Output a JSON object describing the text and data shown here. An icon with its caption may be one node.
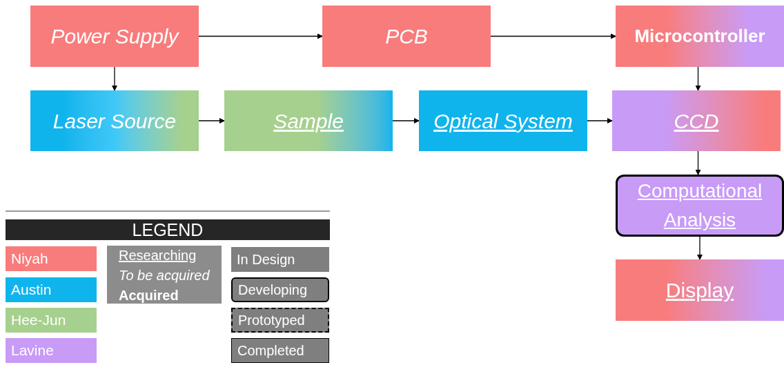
{
  "diagram": {
    "nodes": [
      {
        "text": [
          "Power Supply"
        ]
      },
      {
        "text": [
          "PCB"
        ]
      },
      {
        "text": [
          "Microcontroller"
        ]
      },
      {
        "text": [
          "Laser Source"
        ]
      },
      {
        "text": [
          "Sample"
        ]
      },
      {
        "text": [
          "Optical System"
        ]
      },
      {
        "text": [
          "CCD"
        ]
      },
      {
        "text": [
          "Computational Analysis"
        ]
      },
      {
        "text": [
          "Display"
        ]
      }
    ],
    "edges": [
      {
        "from": 0,
        "to": 1,
        "arrow": "to"
      },
      {
        "from": 1,
        "to": 2,
        "arrow": "to"
      },
      {
        "from": 0,
        "to": 3,
        "arrow": "to"
      },
      {
        "from": 2,
        "to": 6,
        "arrow": "to"
      },
      {
        "from": 3,
        "to": 4,
        "arrow": "to"
      },
      {
        "from": 4,
        "to": 5,
        "arrow": "to"
      },
      {
        "from": 5,
        "to": 6,
        "arrow": "to"
      },
      {
        "from": 6,
        "to": 7,
        "arrow": "to"
      },
      {
        "from": 7,
        "to": 8,
        "arrow": "to"
      }
    ],
    "labels": [
      "LEGEND"
    ],
    "legend": [
      {
        "text": "Niyah",
        "color": "#f87c7c"
      },
      {
        "text": "Austin",
        "color": "#10b4ec"
      },
      {
        "text": "Hee-Jun",
        "color": "#a6d08e"
      },
      {
        "text": "Lavine",
        "color": "#c89bf7"
      },
      {
        "text": "Researching"
      },
      {
        "text": "To be acquired"
      },
      {
        "text": "Acquired"
      },
      {
        "text": "In Design"
      },
      {
        "text": "Developing"
      },
      {
        "text": "Prototyped"
      },
      {
        "text": "Completed"
      }
    ]
  }
}
